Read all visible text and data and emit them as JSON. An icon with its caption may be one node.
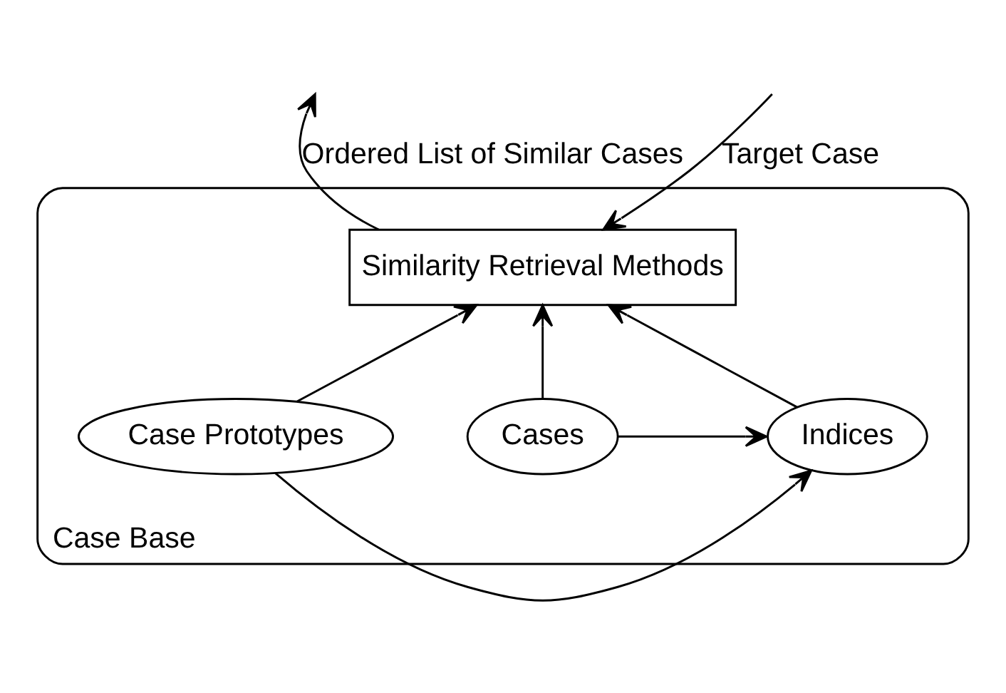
{
  "diagram": {
    "nodes": [
      {
        "text": [
          "Case Base"
        ]
      },
      {
        "text": [
          "Similarity Retrieval Methods"
        ],
        "in": 0
      },
      {
        "text": [
          "Cases"
        ],
        "in": 0
      },
      {
        "text": [
          "Case Prototypes"
        ],
        "in": 0
      },
      {
        "text": [
          "Indices"
        ],
        "in": 0
      }
    ],
    "edges": [
      {
        "from": null,
        "to": 1,
        "arrow": "to",
        "label": "Target Case"
      },
      {
        "from": 1,
        "to": null,
        "arrow": "to",
        "label": "Ordered List of Similar Cases"
      },
      {
        "from": 2,
        "to": 1,
        "arrow": "to"
      },
      {
        "from": 3,
        "to": 1,
        "arrow": "to"
      },
      {
        "from": 4,
        "to": 1,
        "arrow": "to"
      },
      {
        "from": 3,
        "to": 4,
        "arrow": "to"
      },
      {
        "from": 2,
        "to": 4,
        "arrow": "to"
      }
    ]
  }
}
